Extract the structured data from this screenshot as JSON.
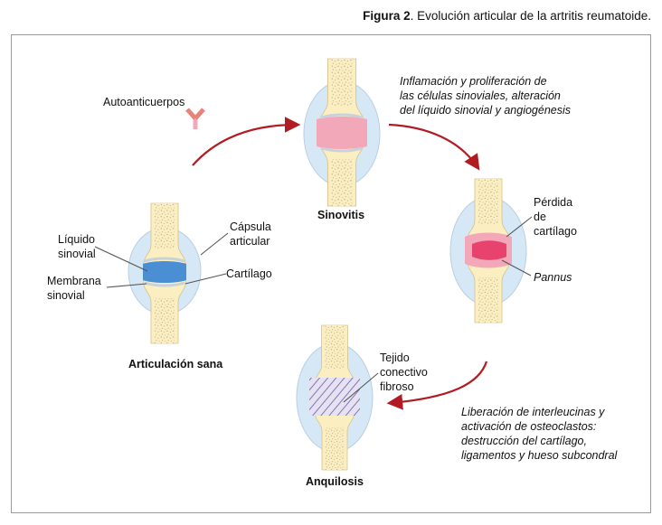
{
  "figure": {
    "label": "Figura 2",
    "title": ". Evolución articular de la artritis reumatoide."
  },
  "labels": {
    "autoantibodies": "Autoanticuerpos",
    "synovial_fluid": "Líquido\nsinovial",
    "synovial_membrane": "Membrana\nsinovial",
    "joint_capsule": "Cápsula\narticular",
    "cartilage": "Cartílago",
    "cartilage_loss": "Pérdida\nde\ncartílago",
    "pannus": "Pannus",
    "fibrous_tissue": "Tejido\nconectivo\nfibroso"
  },
  "stages": {
    "healthy": "Articulación sana",
    "synovitis": "Sinovitis",
    "ankylosis": "Anquilosis"
  },
  "notes": {
    "synovitis_note": "Inflamación y proliferación de\nlas células sinoviales, alteración\ndel líquido sinovial y angiogénesis",
    "destruction_note": "Liberación de interleucinas y\nactivación de osteoclastos:\ndestrucción del cartílago,\nligamentos y hueso subcondral"
  },
  "colors": {
    "bone": "#fbeec0",
    "capsule": "#d6e8f5",
    "healthy_fluid": "#4a8fd4",
    "inflamed": "#f2a8b8",
    "pannus": "#e8426e",
    "arrow": "#b01c22",
    "antibody": "#e8837a"
  }
}
